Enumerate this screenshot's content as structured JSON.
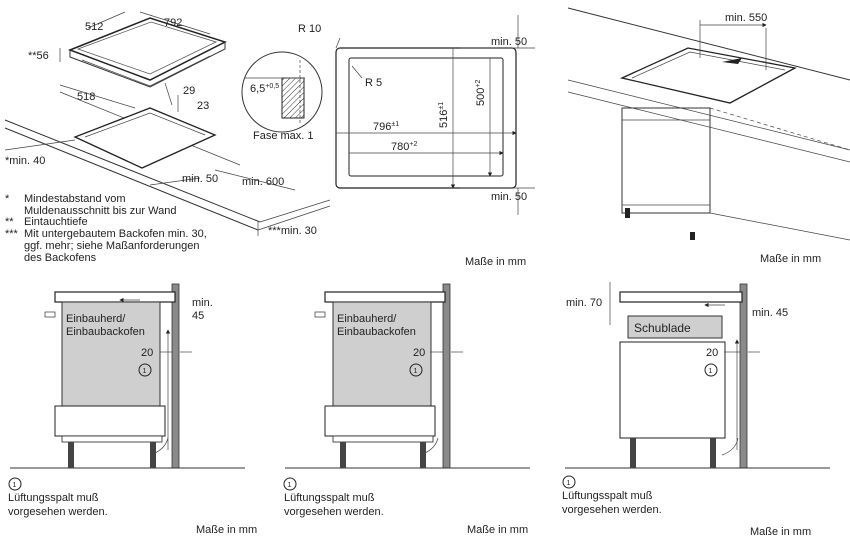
{
  "top_left": {
    "dims": {
      "d512": "512",
      "d792": "792",
      "d56": "**56",
      "d518": "518",
      "d29": "29",
      "d23": "23",
      "min40": "*min. 40",
      "min50": "min. 50",
      "min600": "min. 600",
      "min30": "***min. 30",
      "d65": "6,5",
      "d65sup": "+0,5",
      "fase": "Fase max. 1"
    },
    "notes": [
      {
        "marker": "*",
        "text": "Mindestabstand vom"
      },
      {
        "marker": "",
        "text": "Muldenausschnitt bis zur Wand"
      },
      {
        "marker": "**",
        "text": "Eintauchtiefe"
      },
      {
        "marker": "***",
        "text": "Mit untergebautem Backofen min. 30,"
      },
      {
        "marker": "",
        "text": "ggf. mehr; siehe Maßanforderungen"
      },
      {
        "marker": "",
        "text": "des Backofens"
      }
    ]
  },
  "top_middle": {
    "r10": "R 10",
    "r5": "R 5",
    "min50_top": "min. 50",
    "min50_bottom": "min. 50",
    "d796": "796",
    "d796sup": "±1",
    "d780": "780",
    "d780sup": "+2",
    "d516": "516",
    "d516sup": "±1",
    "d500": "500",
    "d500sup": "+2",
    "units": "Maße in mm"
  },
  "top_right": {
    "min550": "min. 550",
    "units": "Maße in mm"
  },
  "bottom": [
    {
      "label_line1": "Einbauherd/",
      "label_line2": "Einbaubackofen",
      "gap_min_label": "min.",
      "gap_min_value": "45",
      "gap20": "20",
      "circle": "1",
      "note_line1": "Lüftungsspalt muß",
      "note_line2": "vorgesehen werden.",
      "units": "Maße in mm"
    },
    {
      "label_line1": "Einbauherd/",
      "label_line2": "Einbaubackofen",
      "gap20": "20",
      "circle": "1",
      "note_line1": "Lüftungsspalt muß",
      "note_line2": "vorgesehen werden.",
      "units": "Maße in mm"
    },
    {
      "drawer": "Schublade",
      "min70": "min. 70",
      "min45": "min. 45",
      "gap20": "20",
      "circle": "1",
      "note_line1": "Lüftungsspalt muß",
      "note_line2": "vorgesehen werden.",
      "units": "Maße in mm"
    }
  ]
}
